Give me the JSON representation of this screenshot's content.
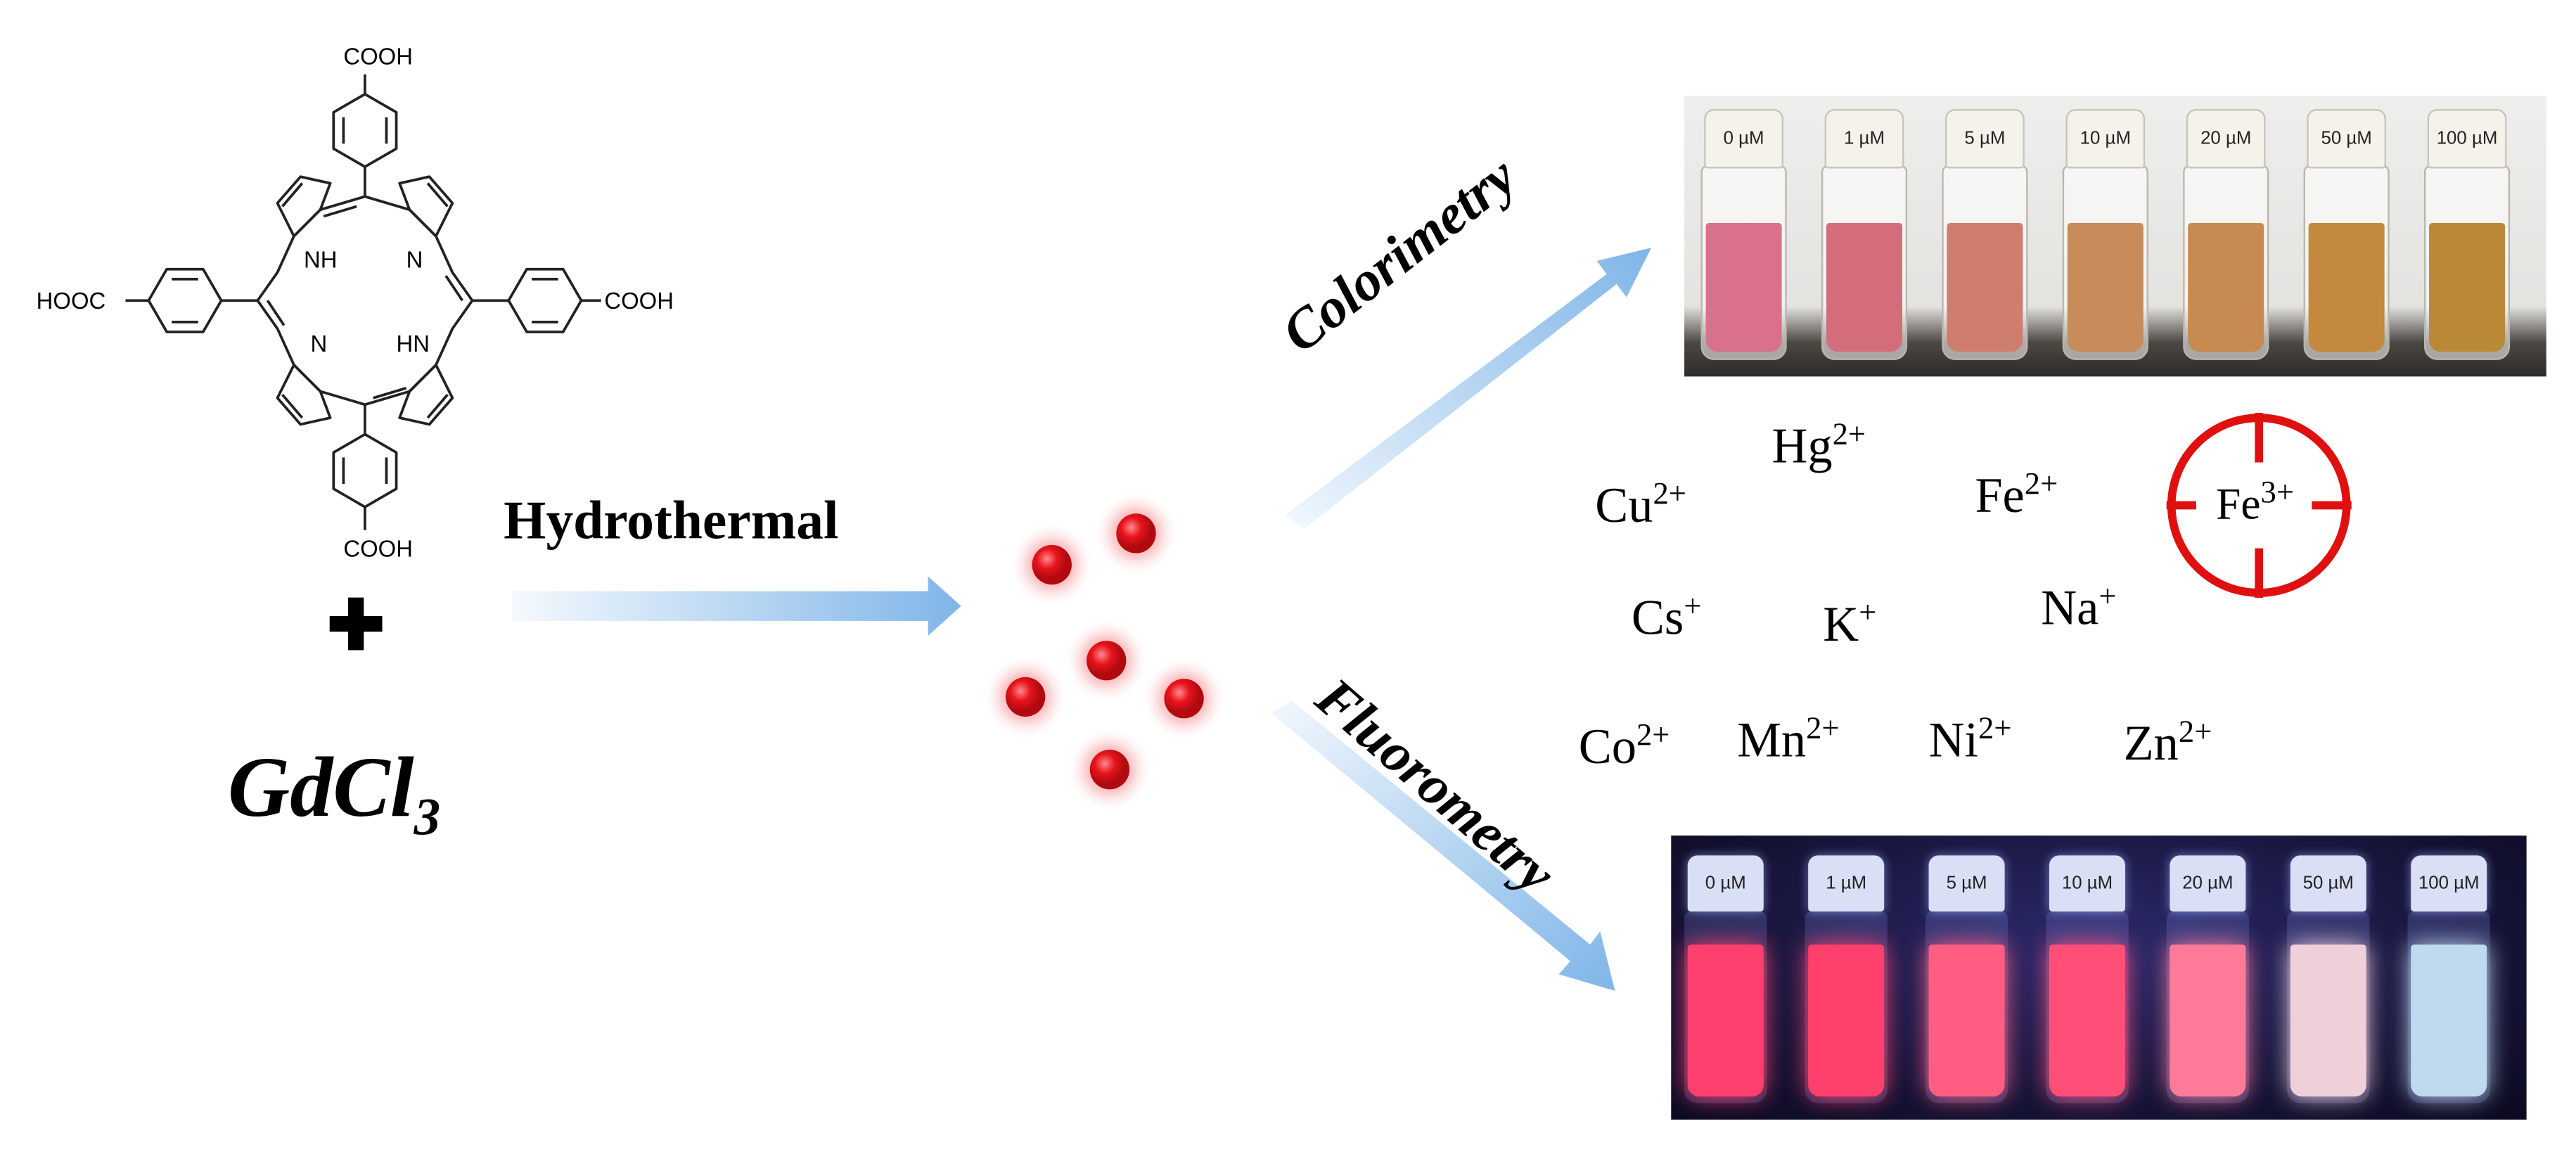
{
  "molecule": {
    "groups": {
      "top": "COOH",
      "bottom": "COOH",
      "left": "HOOC",
      "right": "COOH"
    },
    "nh_top": "NH",
    "n_top": "N",
    "n_bottom": "N",
    "hn_bottom": "HN"
  },
  "plus": "✚",
  "reagent": {
    "base": "GdCl",
    "subscript": "3"
  },
  "process": {
    "label": "Hydrothermal"
  },
  "methods": {
    "colorimetry": "Colorimetry",
    "fluorometry": "Fluorometry"
  },
  "concentrations": [
    "0 µM",
    "1 µM",
    "5 µM",
    "10 µM",
    "20 µM",
    "50 µM",
    "100 µM"
  ],
  "ions": [
    {
      "base": "Hg",
      "charge": "2+"
    },
    {
      "base": "Cu",
      "charge": "2+"
    },
    {
      "base": "Fe",
      "charge": "2+"
    },
    {
      "base": "Cs",
      "charge": "+"
    },
    {
      "base": "K",
      "charge": "+"
    },
    {
      "base": "Na",
      "charge": "+"
    },
    {
      "base": "Co",
      "charge": "2+"
    },
    {
      "base": "Mn",
      "charge": "2+"
    },
    {
      "base": "Ni",
      "charge": "2+"
    },
    {
      "base": "Zn",
      "charge": "2+"
    }
  ],
  "target_ion": {
    "base": "Fe",
    "charge": "3+"
  },
  "colors": {
    "arrow": "#7fb5e8",
    "dot": "#e8141c",
    "target": "#e01010",
    "colorimetry_liquid": [
      "#d9718a",
      "#d36d7c",
      "#cf7e6e",
      "#c88b5a",
      "#c78a50",
      "#c3893f",
      "#b98937"
    ],
    "fluor_liquid": [
      "#ff3f6e",
      "#ff406c",
      "#ff5d82",
      "#ff4f78",
      "#ff7a98",
      "#efd0d9",
      "#bfd9ee"
    ]
  }
}
